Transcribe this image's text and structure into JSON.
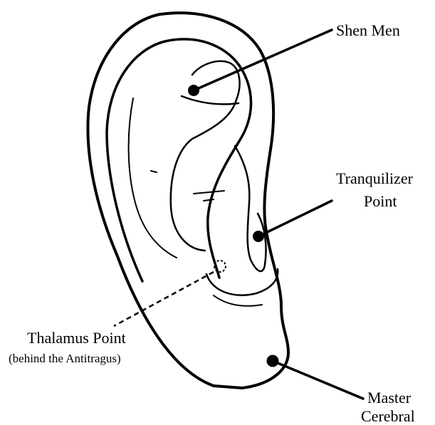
{
  "labels": {
    "shen_men": "Shen Men",
    "tranquilizer_line1": "Tranquilizer",
    "tranquilizer_line2": "Point",
    "thalamus_line1": "Thalamus Point",
    "thalamus_line2": "(behind the Antitragus)",
    "master_line1": "Master",
    "master_line2": "Cerebral"
  },
  "colors": {
    "ink": "#000000",
    "background": "#ffffff"
  }
}
